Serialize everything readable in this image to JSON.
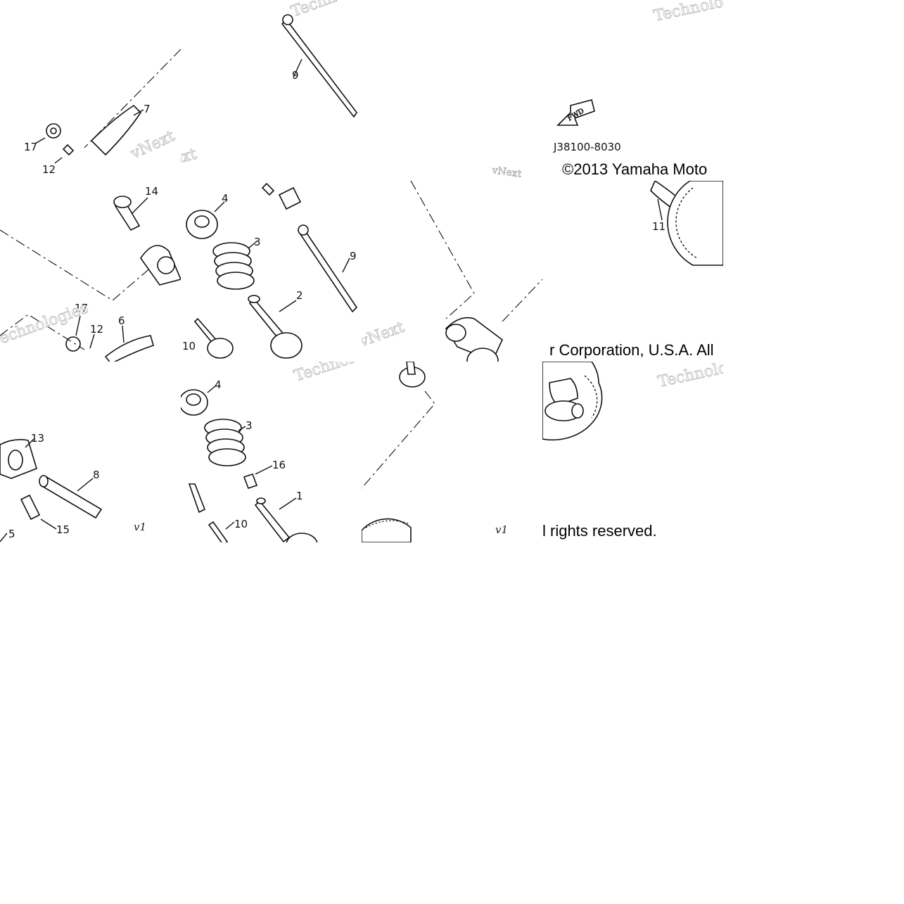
{
  "diagram": {
    "copyright_line_1_a": "©2013 Yamaha Moto",
    "copyright_line_2_a": "r Corporation, U.S.A. All",
    "copyright_line_3_a": "l rights reserved.",
    "part_code": "J38100-8030",
    "fwd_arrow_text": "FWD",
    "version_mark": "v1",
    "watermark_a": "vNext",
    "watermark_b": "Technologies",
    "callouts": [
      "1",
      "2",
      "3",
      "4",
      "5",
      "6",
      "7",
      "8",
      "9",
      "10",
      "11",
      "12",
      "13",
      "14",
      "15",
      "16",
      "17"
    ]
  }
}
